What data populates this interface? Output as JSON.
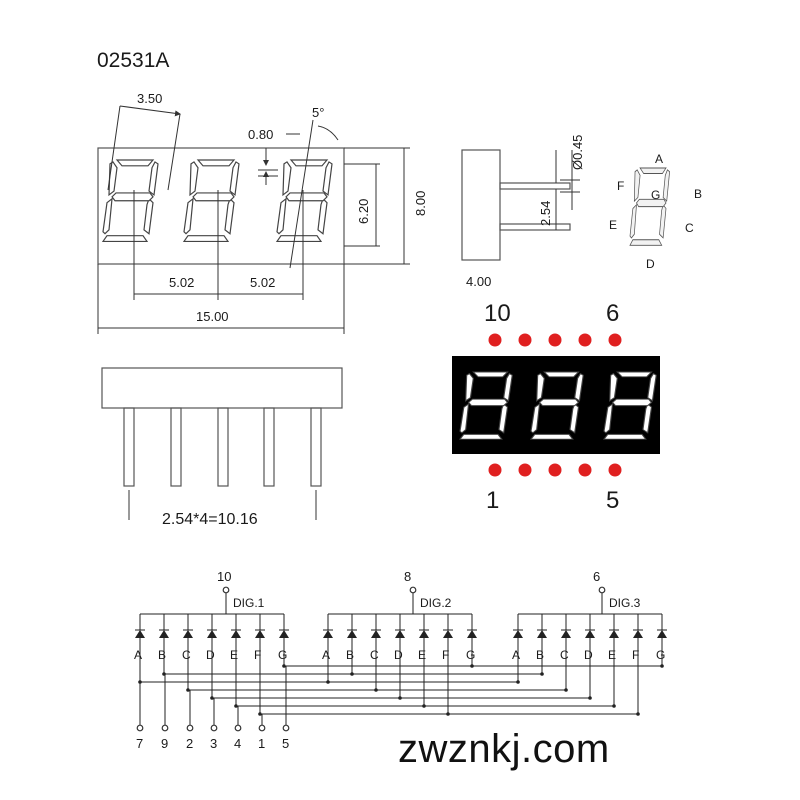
{
  "part_number": "02531A",
  "front_view": {
    "dims": {
      "segment_width": "3.50",
      "slant": "5°",
      "segment_gap": "0.80",
      "digit_height": "6.20",
      "body_height": "8.00",
      "pitch_1": "5.02",
      "pitch_2": "5.02",
      "body_width": "15.00"
    }
  },
  "side_view": {
    "dims": {
      "pin_diameter": "Ø0.45",
      "pin_row_spacing": "2.54",
      "body_depth": "4.00"
    }
  },
  "segment_legend": {
    "labels": [
      "A",
      "B",
      "C",
      "D",
      "E",
      "F",
      "G"
    ]
  },
  "bottom_view": {
    "pin_pitch_label": "2.54*4=10.16"
  },
  "photo": {
    "top_left_pin": "10",
    "top_right_pin": "6",
    "bottom_left_pin": "1",
    "bottom_right_pin": "5",
    "colors": {
      "body": "#000000",
      "pin_dot": "#e02020",
      "segment": "#ffffff"
    }
  },
  "schematic": {
    "digits": [
      {
        "label": "DIG.1",
        "common_pin": "10"
      },
      {
        "label": "DIG.2",
        "common_pin": "8"
      },
      {
        "label": "DIG.3",
        "common_pin": "6"
      }
    ],
    "segments": [
      "A",
      "B",
      "C",
      "D",
      "E",
      "F",
      "G"
    ],
    "segment_pins": [
      "7",
      "9",
      "2",
      "3",
      "4",
      "1",
      "5"
    ]
  },
  "watermark": "zwznkj.com"
}
